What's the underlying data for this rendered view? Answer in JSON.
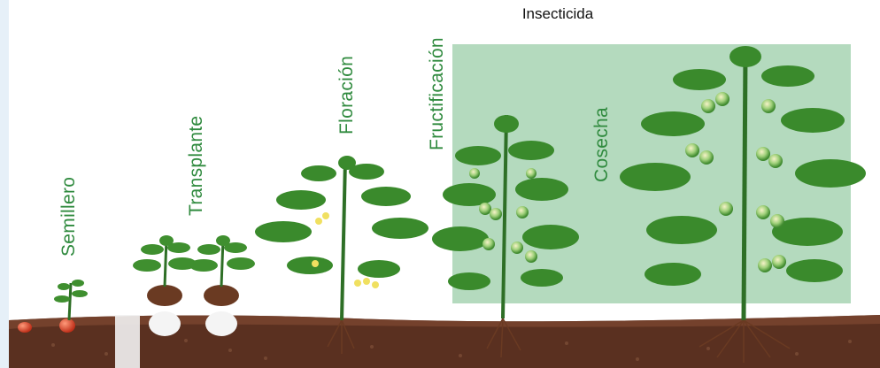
{
  "diagram": {
    "top_label": "Insecticida",
    "stages": [
      {
        "id": "semillero",
        "label": "Semillero"
      },
      {
        "id": "transplante",
        "label": "Transplante"
      },
      {
        "id": "floracion",
        "label": "Floración"
      },
      {
        "id": "fructificacion",
        "label": "Fructificación"
      },
      {
        "id": "cosecha",
        "label": "Cosecha"
      }
    ],
    "colors": {
      "label_green": "#2f8a3e",
      "insecticide_zone": "#a7d3b3",
      "soil": "#5a3020",
      "leaf": "#3f8f2f",
      "flower": "#f0e060"
    }
  }
}
